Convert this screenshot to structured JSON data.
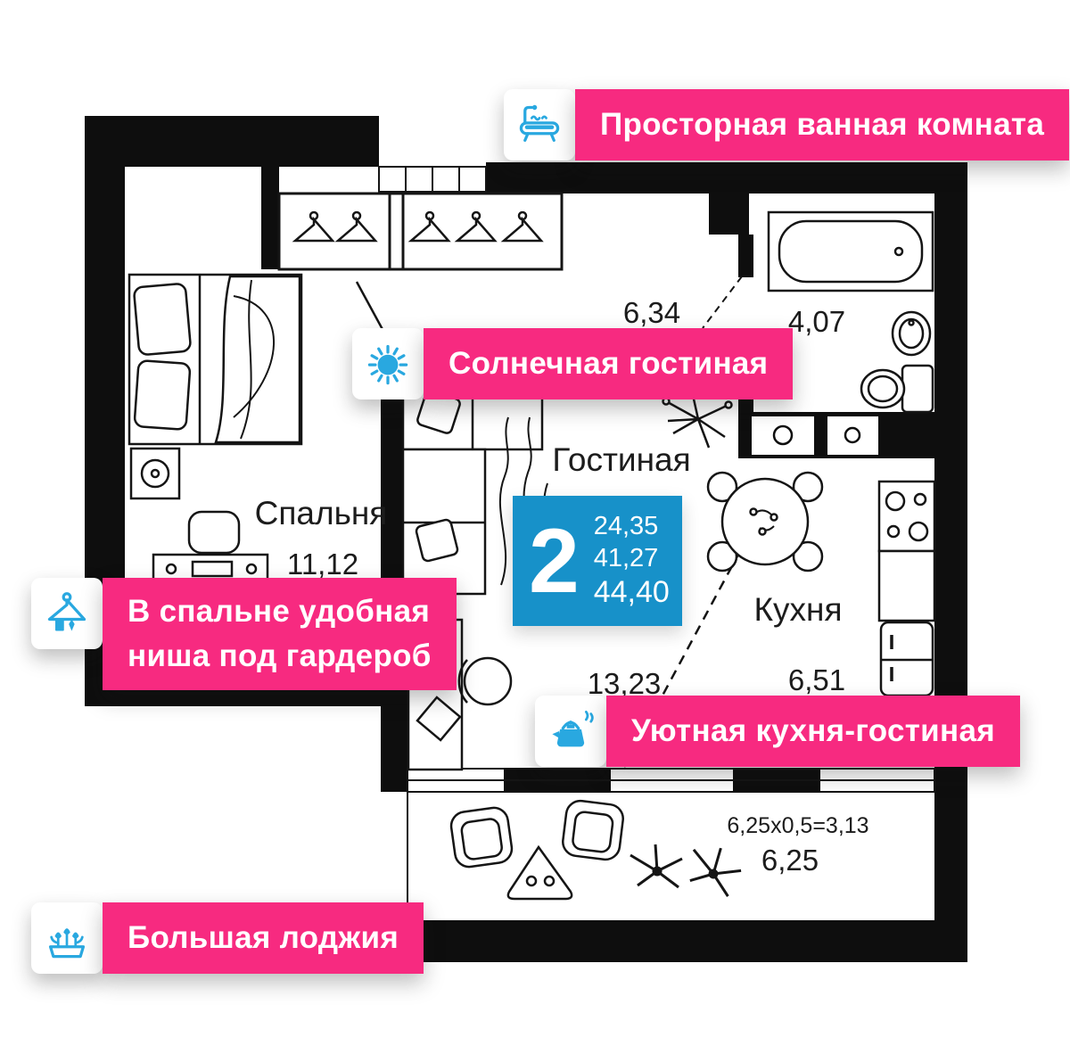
{
  "badges": {
    "bathroom": "Просторная ванная комната",
    "living": "Солнечная гостиная",
    "wardrobe_line1": "В спальне удобная",
    "wardrobe_line2": "ниша под гардероб",
    "kitchen": "Уютная кухня-гостиная",
    "loggia": "Большая лоджия"
  },
  "plan": {
    "bedroom_name": "Спальня",
    "bedroom_area": "11,12",
    "living_name": "Гостиная",
    "living_width": "6,34",
    "living_area": "13,23",
    "bathroom_area": "4,07",
    "kitchen_name": "Кухня",
    "kitchen_area": "6,51",
    "loggia_calc": "6,25x0,5=3,13",
    "loggia_area": "6,25"
  },
  "info_box": {
    "rooms": "2",
    "values": [
      "24,35",
      "41,27",
      "44,40"
    ]
  },
  "colors": {
    "accent_pink": "#f72a80",
    "icon_blue": "#29a8e0",
    "info_blue": "#1791c9",
    "wall_black": "#0e0e0e"
  }
}
